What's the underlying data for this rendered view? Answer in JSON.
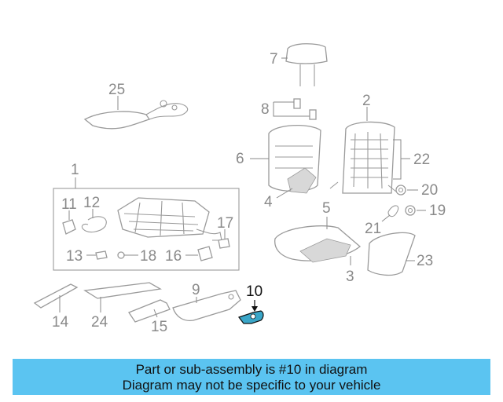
{
  "diagram": {
    "callouts": {
      "c1": "1",
      "c2": "2",
      "c3": "3",
      "c4": "4",
      "c5": "5",
      "c6": "6",
      "c7": "7",
      "c8": "8",
      "c9": "9",
      "c10": "10",
      "c11": "11",
      "c12": "12",
      "c13": "13",
      "c14": "14",
      "c15": "15",
      "c16": "16",
      "c17": "17",
      "c18": "18",
      "c19": "19",
      "c20": "20",
      "c21": "21",
      "c22": "22",
      "c23": "23",
      "c24": "24",
      "c25": "25"
    },
    "highlight_color": "#3aa6c8"
  },
  "banner": {
    "line1": "Part or sub-assembly is #10 in diagram",
    "line2": "Diagram may not be specific to your vehicle",
    "color": "#5bc4f1"
  }
}
